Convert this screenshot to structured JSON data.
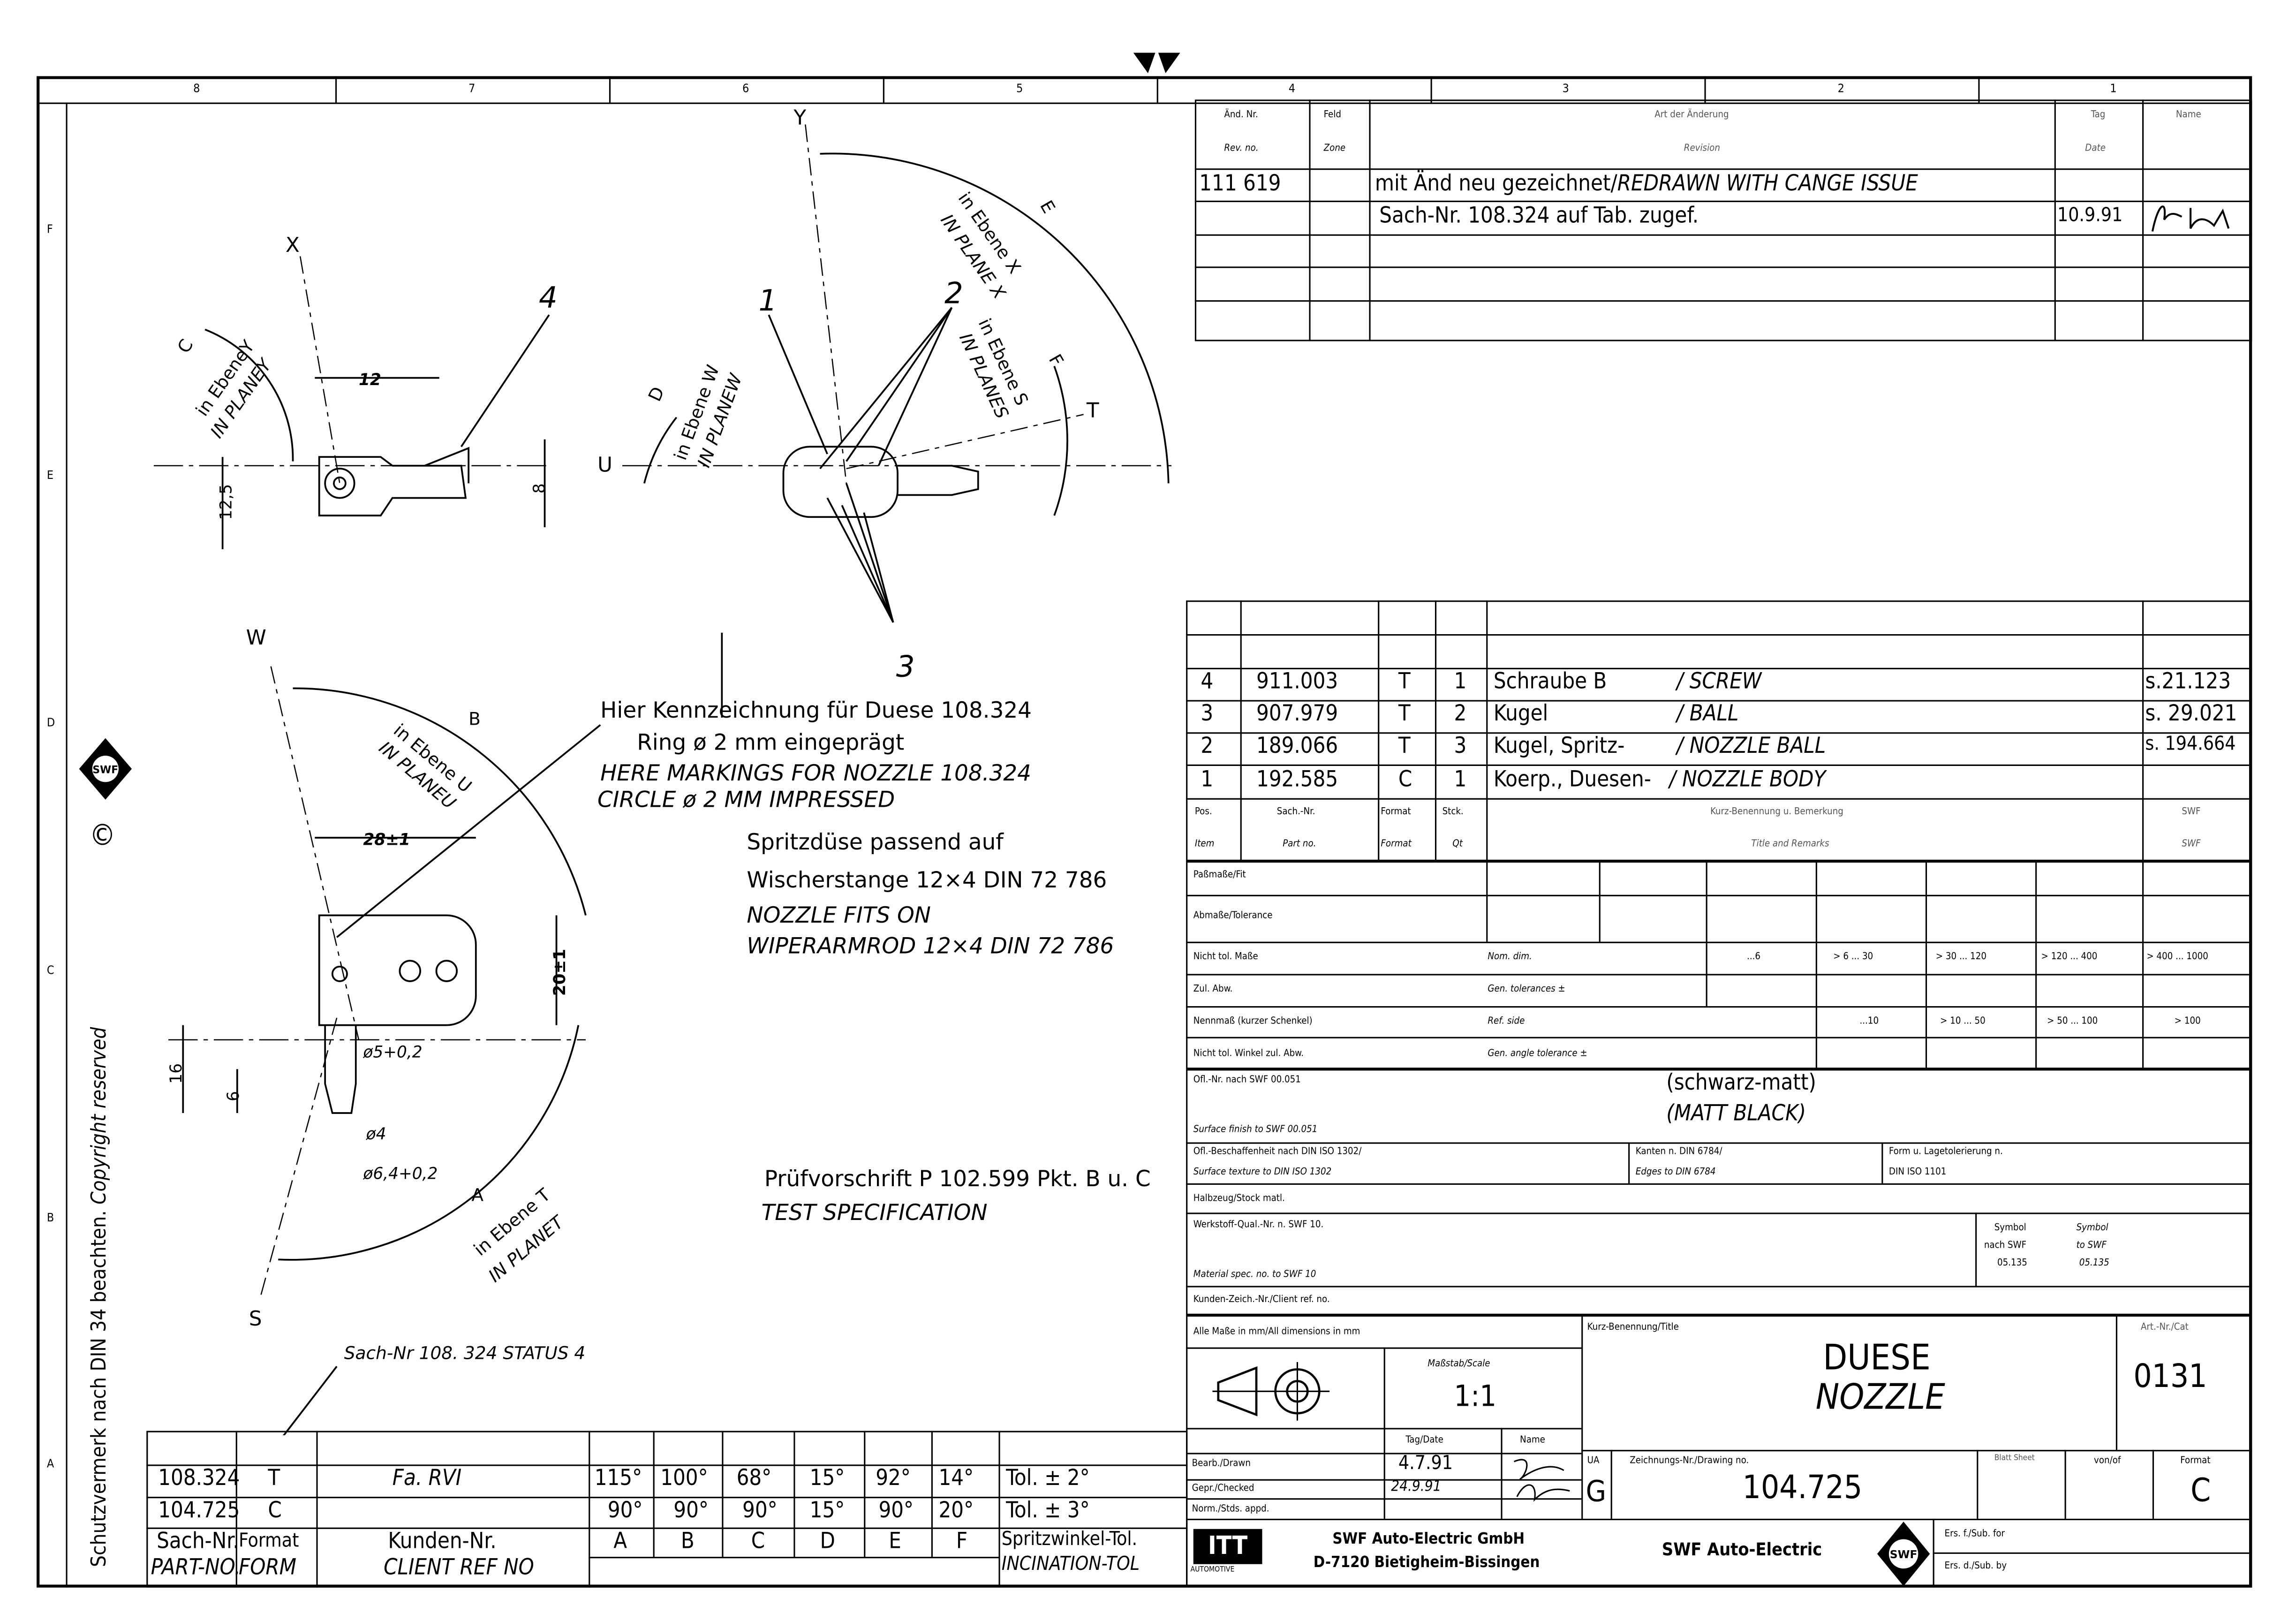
{
  "frame": {
    "zones_top": [
      "8",
      "7",
      "6",
      "5",
      "4",
      "3",
      "2",
      "1"
    ],
    "zones_left": [
      "F",
      "E",
      "D",
      "C",
      "B",
      "A"
    ],
    "copyright_text": "Schutzvermerk nach DIN 34 beachten.",
    "copyright_en": "Copyright reserved",
    "copyright_symbol": "©",
    "logo_text": "SWF"
  },
  "revision_table": {
    "headers": {
      "rev_de": "Änd. Nr.",
      "rev_en": "Rev. no.",
      "zone_de": "Feld",
      "zone_en": "Zone",
      "desc_de": "Art der Änderung",
      "desc_en": "Revision",
      "date_de": "Tag",
      "date_en": "Date",
      "name_de": "Name"
    },
    "rows": [
      {
        "rev": "111 619",
        "desc_de": "mit Änd neu gezeichnet/",
        "desc_en": "REDRAWN WITH CANGE ISSUE",
        "date": ""
      },
      {
        "rev": "",
        "desc_de": "Sach-Nr. 108.324 auf Tab. zugef.",
        "desc_en": "",
        "date": "10.9.91"
      }
    ]
  },
  "drawing": {
    "axes": {
      "x": "X",
      "y": "Y",
      "u": "U",
      "t": "T",
      "w": "W",
      "s": "S"
    },
    "items": {
      "p1": "1",
      "p2": "2",
      "p3": "3",
      "p4": "4"
    },
    "angles": {
      "a": "A",
      "b": "B",
      "c": "C",
      "d": "D",
      "e": "E",
      "f": "F"
    },
    "planes": {
      "y_de": "in EbeneY",
      "y_en": "IN PLANEY",
      "w_de": "in Ebene W",
      "w_en": "IN PLANEW",
      "x_de": "in Ebene X",
      "x_en": "IN PLANE X",
      "s_de": "in Ebene S",
      "s_en": "IN PLANES",
      "u_de": "in Ebene U",
      "u_en": "IN PLANEU",
      "t_de": "in Ebene T",
      "t_en": "IN PLANET"
    },
    "dims": {
      "d12": "12",
      "d125": "12,5",
      "d8": "8",
      "d28": "28±1",
      "d20": "20±1",
      "d16": "16",
      "d6": "6",
      "dia5": "ø5+0,2",
      "dia4": "ø4",
      "dia64": "ø6,4+0,2"
    },
    "notes": {
      "marking_de1": "Hier Kennzeichnung für Duese  108.324",
      "marking_de2": "Ring ø 2 mm eingeprägt",
      "marking_en1": "HERE MARKINGS FOR NOZZLE 108.324",
      "marking_en2": "CIRCLE ø 2 MM IMPRESSED",
      "fits_de1": "Spritzdüse passend auf",
      "fits_de2": "Wischerstange   12×4 DIN 72 786",
      "fits_en1": "NOZZLE FITS ON",
      "fits_en2": "WIPERARMROD 12×4 DIN 72 786",
      "test_de": "Prüfvorschrift  P 102.599 Pkt. B u. C",
      "test_en": "TEST SPECIFICATION",
      "status": "Sach-Nr 108. 324  STATUS 4"
    }
  },
  "parts_list": {
    "rows": [
      {
        "pos": "4",
        "part": "911.003",
        "format": "T",
        "qty": "1",
        "title_de": "Schraube B",
        "title_en": "/ SCREW",
        "swf": "s.21.123"
      },
      {
        "pos": "3",
        "part": "907.979",
        "format": "T",
        "qty": "2",
        "title_de": "Kugel",
        "title_en": "/ BALL",
        "swf": "s. 29.021"
      },
      {
        "pos": "2",
        "part": "189.066",
        "format": "T",
        "qty": "3",
        "title_de": "Kugel, Spritz-",
        "title_en": "/ NOZZLE BALL",
        "swf": "s. 194.664"
      },
      {
        "pos": "1",
        "part": "192.585",
        "format": "C",
        "qty": "1",
        "title_de": "Koerp., Duesen-",
        "title_en": "/ NOZZLE BODY",
        "swf": ""
      }
    ],
    "headers": {
      "pos_de": "Pos.",
      "pos_en": "Item",
      "part_de": "Sach.-Nr.",
      "part_en": "Part no.",
      "format_de": "Format",
      "format_en": "Format",
      "qty_de": "Stck.",
      "qty_en": "Qt",
      "title_de": "Kurz-Benennung u. Bemerkung",
      "title_en": "Title and Remarks",
      "swf_de": "SWF",
      "swf_en": "SWF"
    }
  },
  "tolerances": {
    "fit": "Paßmaße/Fit",
    "tolerance": "Abmaße/Tolerance",
    "nicht_tol": "Nicht tol. Maße",
    "nom_dim": "Nom. dim.",
    "nom_ranges": [
      "...6",
      "> 6 ... 30",
      "> 30 ... 120",
      "> 120 ... 400",
      "> 400 ... 1000"
    ],
    "zul_abw": "Zul. Abw.",
    "gen_tol": "Gen. tolerances ±",
    "nennmass": "Nennmaß (kurzer Schenkel)",
    "ref_side": "Ref. side",
    "ref_ranges": [
      "...10",
      "> 10 ... 50",
      "> 50 ... 100",
      "> 100"
    ],
    "winkel": "Nicht tol. Winkel zul. Abw.",
    "gen_angle": "Gen. angle tolerance ±"
  },
  "surface": {
    "ofl_de": "Ofl.-Nr. nach SWF 00.051",
    "ofl_en": "Surface finish to SWF 00.051",
    "finish_de": "(schwarz-matt)",
    "finish_en": "(MATT BLACK)",
    "texture_de": "Ofl.-Beschaffenheit nach DIN ISO 1302/",
    "texture_en": "Surface texture to DIN ISO 1302",
    "edges_de": "Kanten n. DIN 6784/",
    "edges_en": "Edges to DIN 6784",
    "form_de": "Form u. Lagetolerierung n.",
    "form_en": "DIN ISO 1101",
    "stock": "Halbzeug/Stock matl.",
    "material_de": "Werkstoff-Qual.-Nr. n. SWF 10.",
    "material_en": "Material spec. no. to SWF 10",
    "symbol_de": [
      "Symbol",
      "nach SWF",
      "05.135"
    ],
    "symbol_en": [
      "Symbol",
      "to SWF",
      "05.135"
    ],
    "client_ref": "Kunden-Zeich.-Nr./Client ref. no."
  },
  "title_block": {
    "dims_note": "Alle Maße in mm/All dimensions in mm",
    "scale_label": "Maßstab/Scale",
    "scale": "1:1",
    "date_label": "Tag/Date",
    "name_label": "Name",
    "drawn_label": "Bearb./Drawn",
    "drawn_date": "4.7.91",
    "checked_label": "Gepr./Checked",
    "checked_date": "24.9.91",
    "norm_label": "Norm./Stds. appd.",
    "title_label": "Kurz-Benennung/Title",
    "title_de": "DUESE",
    "title_en": "NOZZLE",
    "cat_label": "Art.-Nr./Cat",
    "cat_no": "0131",
    "ua_label": "UA",
    "ua_value": "G",
    "drawing_no_label": "Zeichnungs-Nr./Drawing no.",
    "drawing_no": "104.725",
    "sheet_label": "Blatt Sheet",
    "of_label": "von/of",
    "format_label": "Format",
    "format_value": "C",
    "itt_logo": "ITT",
    "itt_sub": "AUTOMOTIVE",
    "company_name": "SWF Auto-Electric GmbH",
    "company_address": "D-7120 Bietigheim-Bissingen",
    "brand": "SWF Auto-Electric",
    "brand_logo": "SWF",
    "sub_for": "Ers. f./Sub. for",
    "sub_by": "Ers. d./Sub. by"
  },
  "variant_table": {
    "rows": [
      {
        "part": "108.324",
        "format": "T",
        "client": "Fa. RVI",
        "angles": [
          "115°",
          "100°",
          "68°",
          "15°",
          "92°",
          "14°"
        ],
        "tol": "Tol. ± 2°"
      },
      {
        "part": "104.725",
        "format": "C",
        "client": "",
        "angles": [
          "90°",
          "90°",
          "90°",
          "15°",
          "90°",
          "20°"
        ],
        "tol": "Tol. ± 3°"
      }
    ],
    "headers": {
      "part_de": "Sach-Nr.",
      "part_en": "PART-NO.",
      "format_de": "Format",
      "format_en": "FORM",
      "client_de": "Kunden-Nr.",
      "client_en": "CLIENT REF NO",
      "angle_cols": [
        "A",
        "B",
        "C",
        "D",
        "E",
        "F"
      ],
      "tol_de": "Spritzwinkel-Tol.",
      "tol_en": "INCINATION-TOL"
    }
  }
}
